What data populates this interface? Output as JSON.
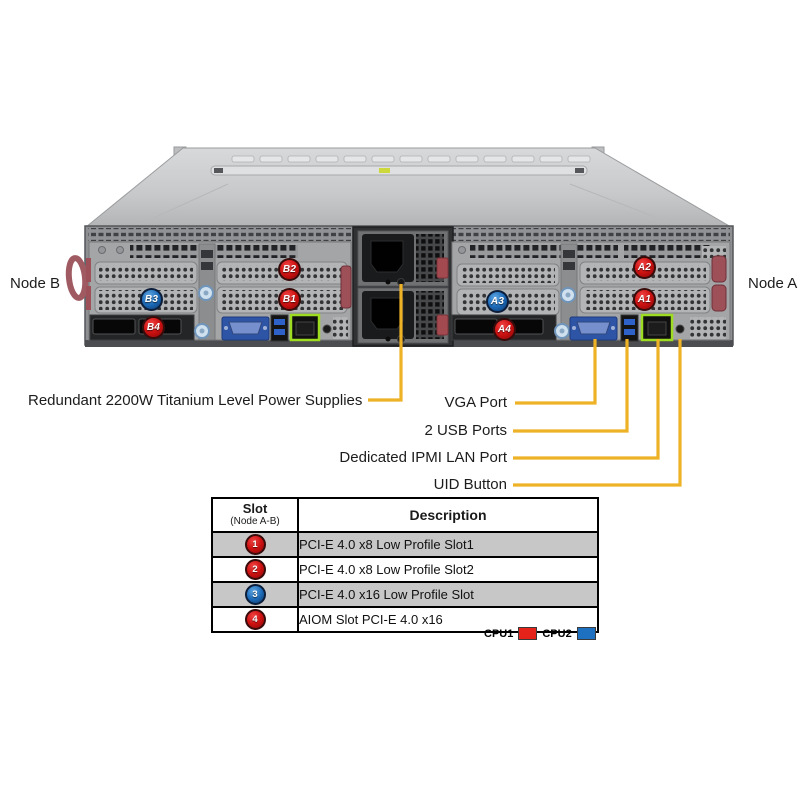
{
  "nodes": {
    "left_label": "Node B",
    "right_label": "Node A"
  },
  "server": {
    "badges": [
      {
        "label": "B2",
        "color": "red"
      },
      {
        "label": "B1",
        "color": "red"
      },
      {
        "label": "B3",
        "color": "blue"
      },
      {
        "label": "B4",
        "color": "red"
      },
      {
        "label": "A2",
        "color": "red"
      },
      {
        "label": "A1",
        "color": "red"
      },
      {
        "label": "A3",
        "color": "blue"
      },
      {
        "label": "A4",
        "color": "red"
      }
    ]
  },
  "callouts": {
    "psu_label": "Redundant 2200W Titanium Level Power Supplies",
    "vga_label": "VGA Port",
    "usb_label": "2 USB Ports",
    "ipmi_label": "Dedicated IPMI LAN Port",
    "uid_label": "UID Button"
  },
  "slot_table": {
    "header": {
      "slot_title": "Slot",
      "slot_subtitle": "(Node A-B)",
      "description_title": "Description"
    },
    "rows": [
      {
        "num": "1",
        "badge_color": "red",
        "description": "PCI-E 4.0 x8 Low Profile Slot1"
      },
      {
        "num": "2",
        "badge_color": "red",
        "description": "PCI-E 4.0 x8 Low Profile Slot2"
      },
      {
        "num": "3",
        "badge_color": "blue",
        "description": "PCI-E 4.0 x16 Low Profile Slot"
      },
      {
        "num": "4",
        "badge_color": "red",
        "description": "AIOM Slot PCI-E 4.0 x16"
      }
    ]
  },
  "legend": {
    "cpu1_label": "CPU1",
    "cpu2_label": "CPU2",
    "cpu1_color": "#e5231b",
    "cpu2_color": "#1e70c0"
  },
  "colors": {
    "callout_yellow": "#eeb227",
    "badge_red": "#cf1212",
    "badge_blue": "#1c6ab8",
    "lan_green": "#9ddc20"
  }
}
